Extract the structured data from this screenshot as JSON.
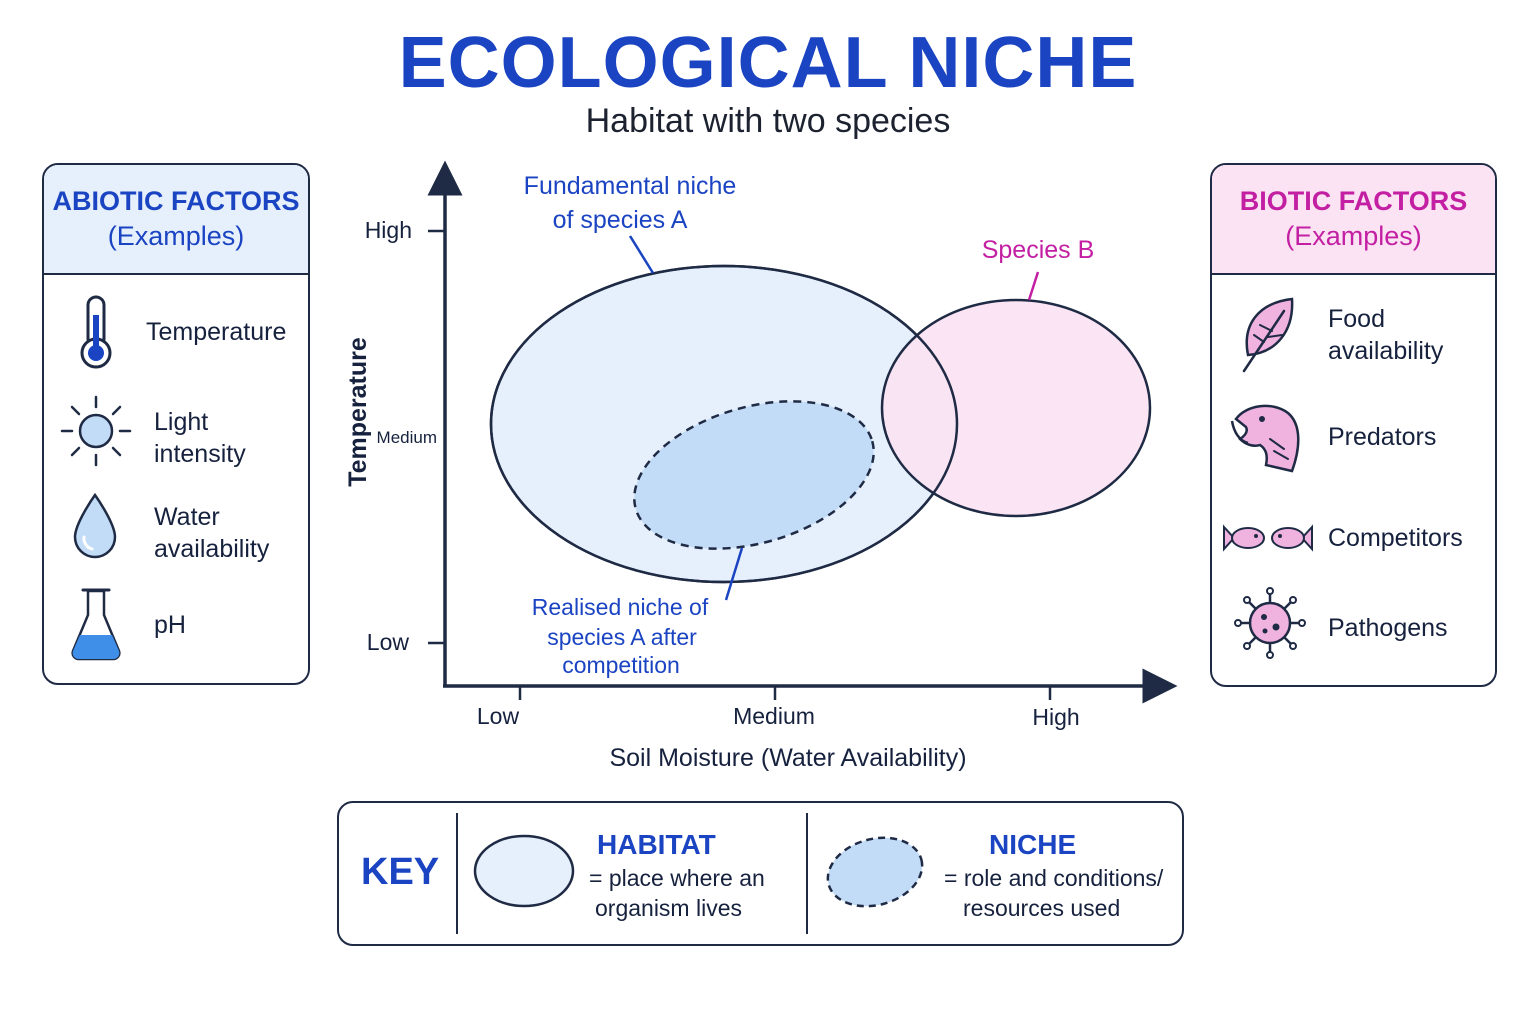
{
  "header": {
    "title": "ECOLOGICAL NICHE",
    "subtitle": "Habitat with two species"
  },
  "abiotic": {
    "heading": "ABIOTIC FACTORS",
    "heading_sub": "(Examples)",
    "items": [
      {
        "label": "Temperature",
        "icon": "thermometer-icon"
      },
      {
        "label": "Light\nintensity",
        "icon": "sun-icon"
      },
      {
        "label": "Water\navailability",
        "icon": "water-drop-icon"
      },
      {
        "label": "pH",
        "icon": "flask-icon"
      }
    ]
  },
  "biotic": {
    "heading": "BIOTIC FACTORS",
    "heading_sub": "(Examples)",
    "items": [
      {
        "label": "Food\navailability",
        "icon": "leaf-icon"
      },
      {
        "label": "Predators",
        "icon": "eagle-icon"
      },
      {
        "label": "Competitors",
        "icon": "fish-icon"
      },
      {
        "label": "Pathogens",
        "icon": "virus-icon"
      }
    ]
  },
  "diagram": {
    "x_axis_label": "Soil Moisture (Water Availability)",
    "y_axis_label": "Temperature",
    "x_ticks": [
      "Low",
      "Medium",
      "High"
    ],
    "y_ticks": [
      "High",
      "Medium",
      "Low"
    ],
    "fundamental_label": [
      "Fundamental niche",
      "of species A"
    ],
    "species_b_label": "Species B",
    "realised_label": [
      "Realised niche of",
      "species A after",
      "competition"
    ]
  },
  "key": {
    "title": "KEY",
    "habitat_term": "HABITAT",
    "habitat_desc": [
      "= place where an",
      "organism lives"
    ],
    "niche_term": "NICHE",
    "niche_desc": [
      "= role and conditions/",
      "resources used"
    ]
  },
  "colors": {
    "primary_blue": "#1a44c2",
    "species_a_fill": "#e6f0fc",
    "realised_fill": "#c2dcf7",
    "species_b_fill": "#fbe3f3",
    "species_b_text": "#c31fa3",
    "outline": "#1f2a44"
  }
}
